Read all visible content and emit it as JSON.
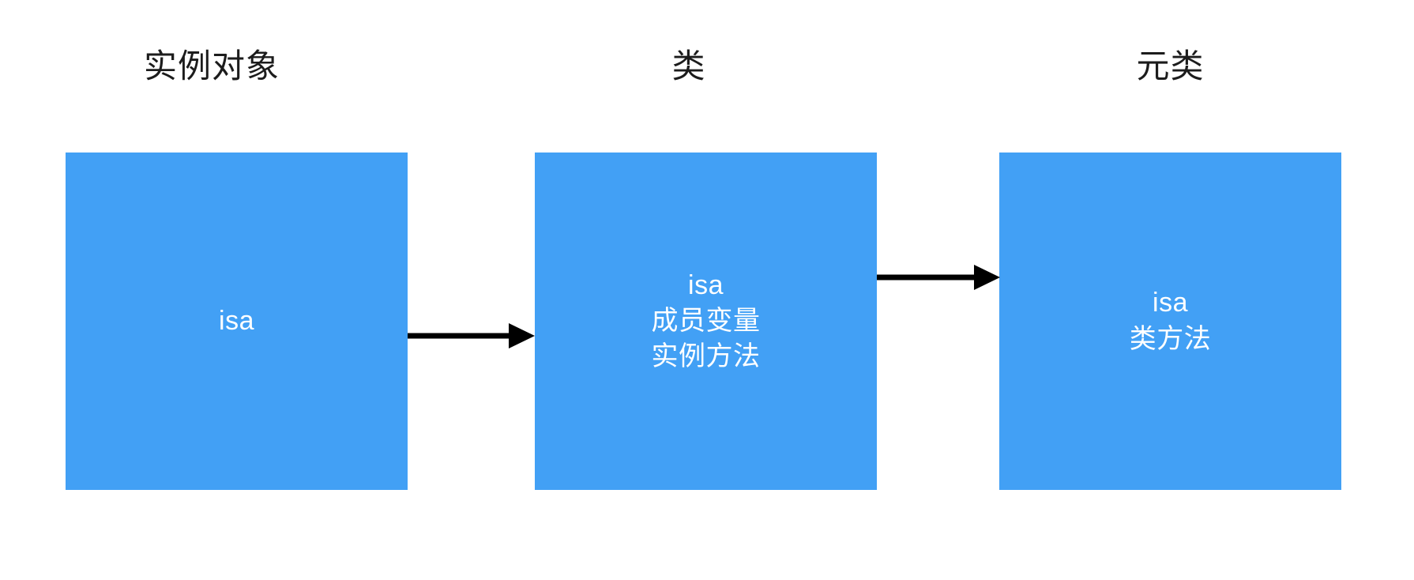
{
  "diagram": {
    "title": "",
    "background_color": "#ffffff",
    "box_color": "#42a0f5",
    "box_text_color": "#ffffff",
    "title_text_color": "#1c1c1c",
    "arrow_color": "#000000",
    "columns": [
      {
        "id": "instance",
        "heading": "实例对象"
      },
      {
        "id": "class",
        "heading": "类"
      },
      {
        "id": "metaclass",
        "heading": "元类"
      }
    ],
    "nodes": [
      {
        "id": "instance-object-box",
        "lines": [
          "isa"
        ]
      },
      {
        "id": "class-box",
        "lines": [
          "isa",
          "成员变量",
          "实例方法"
        ]
      },
      {
        "id": "metaclass-box",
        "lines": [
          "isa",
          "类方法"
        ]
      }
    ],
    "arrows": [
      {
        "id": "arrow-instance-to-class",
        "from": "instance-object-box",
        "to": "class-box",
        "label": ""
      },
      {
        "id": "arrow-class-to-metaclass",
        "from": "class-box",
        "to": "metaclass-box",
        "label": ""
      }
    ]
  }
}
